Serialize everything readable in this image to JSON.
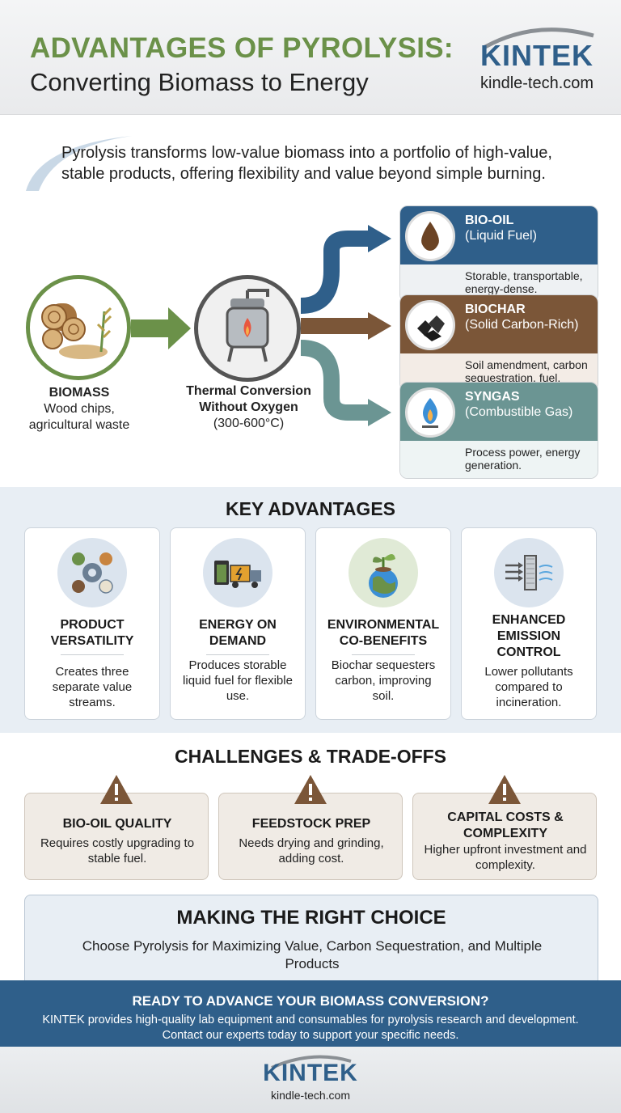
{
  "header": {
    "title_main": "ADVANTAGES OF PYROLYSIS:",
    "title_sub": "Converting Biomass to Energy",
    "brand_name": "KINTEK",
    "brand_url": "kindle-tech.com"
  },
  "intro": "Pyrolysis transforms low-value biomass into a portfolio of high-value, stable products, offering flexibility and value beyond simple burning.",
  "process": {
    "input_name": "BIOMASS",
    "input_desc": "Wood chips, agricultural waste",
    "reactor_name": "Thermal Conversion Without Oxygen",
    "reactor_temp": "(300-600°C)"
  },
  "products": [
    {
      "name": "BIO-OIL",
      "type": "(Liquid Fuel)",
      "desc": "Storable, transportable, energy-dense.",
      "color": "#2f5f8a"
    },
    {
      "name": "BIOCHAR",
      "type": "(Solid Carbon-Rich)",
      "desc": "Soil amendment, carbon sequestration, fuel.",
      "color": "#7b5638"
    },
    {
      "name": "SYNGAS",
      "type": "(Combustible Gas)",
      "desc": "Process power, energy generation.",
      "color": "#6b9593"
    }
  ],
  "advantages": {
    "title": "KEY ADVANTAGES",
    "items": [
      {
        "name": "PRODUCT VERSATILITY",
        "desc": "Creates three separate value streams.",
        "icon": "cycle-gear-icon"
      },
      {
        "name": "ENERGY ON DEMAND",
        "desc": "Produces storable liquid fuel for flexible use.",
        "icon": "battery-truck-icon"
      },
      {
        "name": "ENVIRONMENTAL CO-BENEFITS",
        "desc": "Biochar sequesters carbon, improving soil.",
        "icon": "earth-sprout-icon"
      },
      {
        "name": "ENHANCED EMISSION CONTROL",
        "desc": "Lower pollutants compared to incineration.",
        "icon": "filter-icon"
      }
    ]
  },
  "challenges": {
    "title": "CHALLENGES & TRADE-OFFS",
    "items": [
      {
        "name": "BIO-OIL QUALITY",
        "desc": "Requires costly upgrading to stable fuel."
      },
      {
        "name": "FEEDSTOCK PREP",
        "desc": "Needs drying and grinding, adding cost."
      },
      {
        "name": "CAPITAL COSTS & COMPLEXITY",
        "desc": "Higher upfront investment and complexity."
      }
    ]
  },
  "choice": {
    "title": "MAKING THE RIGHT CHOICE",
    "text": "Choose Pyrolysis for Maximizing Value, Carbon Sequestration, and Multiple Products"
  },
  "cta": {
    "title": "READY TO ADVANCE YOUR BIOMASS CONVERSION?",
    "text": "KINTEK provides high-quality lab equipment and consumables for pyrolysis research and development. Contact our experts today to support your specific needs."
  },
  "footer": {
    "brand_name": "KINTEK",
    "brand_url": "kindle-tech.com"
  },
  "colors": {
    "green": "#6b9149",
    "blue": "#2f5f8a",
    "brown": "#7b5638",
    "teal": "#6b9593"
  }
}
